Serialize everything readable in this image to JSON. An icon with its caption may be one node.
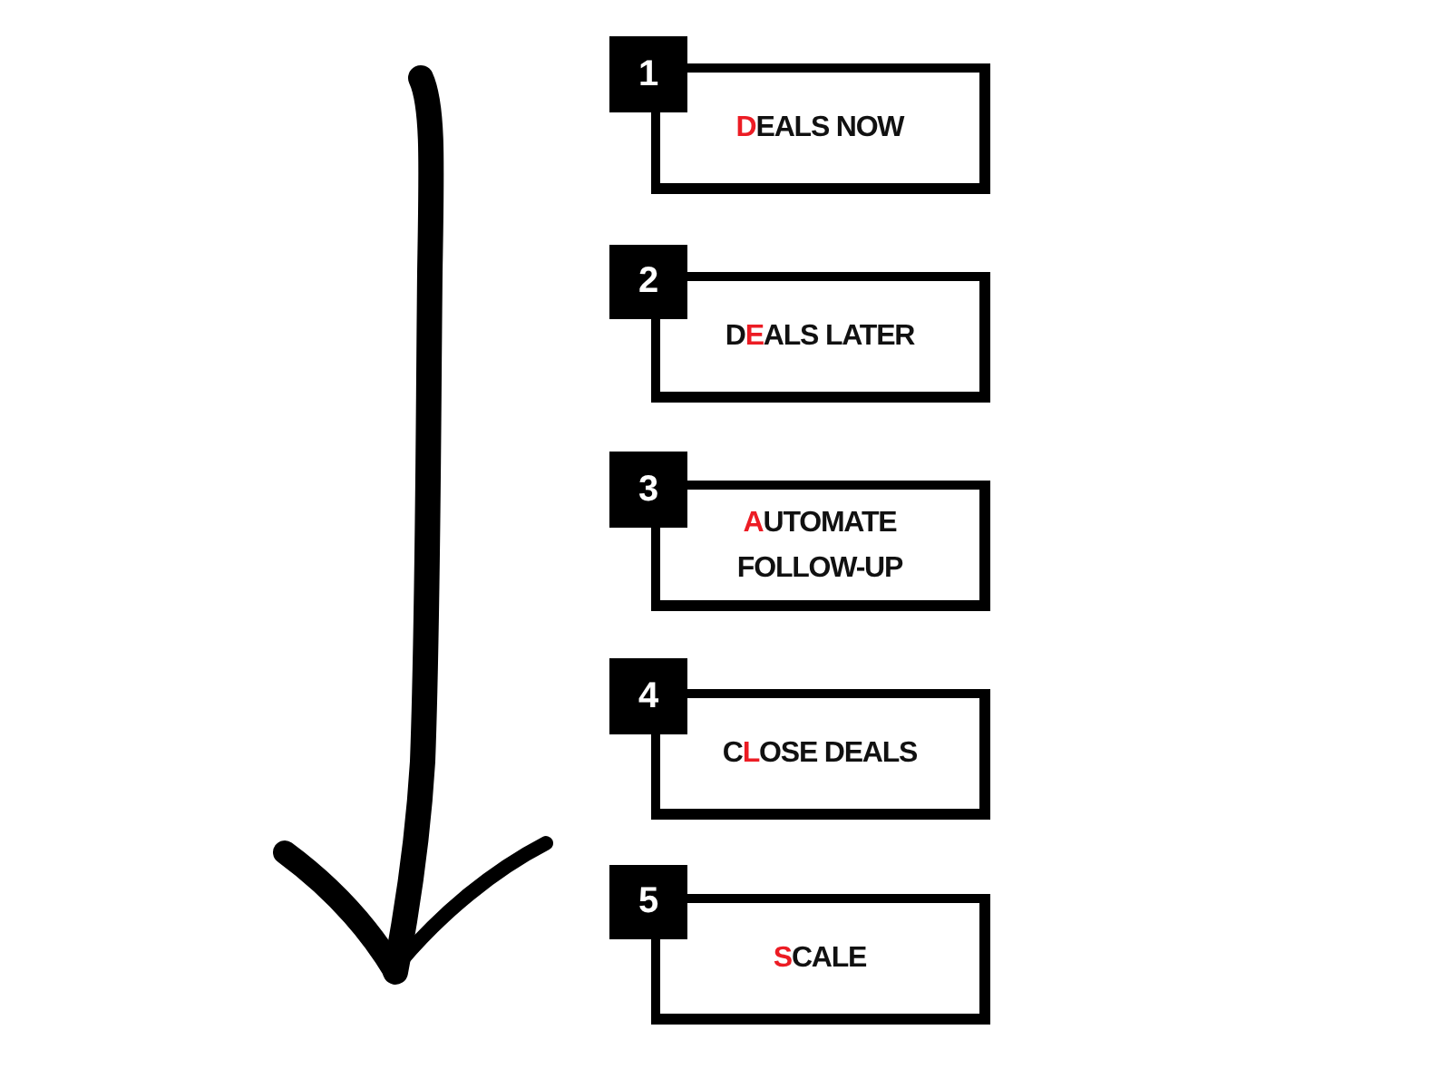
{
  "diagram": {
    "nodes": [
      {
        "text": [
          "1"
        ]
      },
      {
        "text": [
          "DEALS NOW"
        ]
      },
      {
        "text": [
          "2"
        ]
      },
      {
        "text": [
          "DEALS LATER"
        ]
      },
      {
        "text": [
          "3"
        ]
      },
      {
        "text": [
          "AUTOMATE FOLLOW-UP"
        ]
      },
      {
        "text": [
          "4"
        ]
      },
      {
        "text": [
          "CLOSE DEALS"
        ]
      },
      {
        "text": [
          "5"
        ]
      },
      {
        "text": [
          "SCALE"
        ]
      }
    ]
  }
}
